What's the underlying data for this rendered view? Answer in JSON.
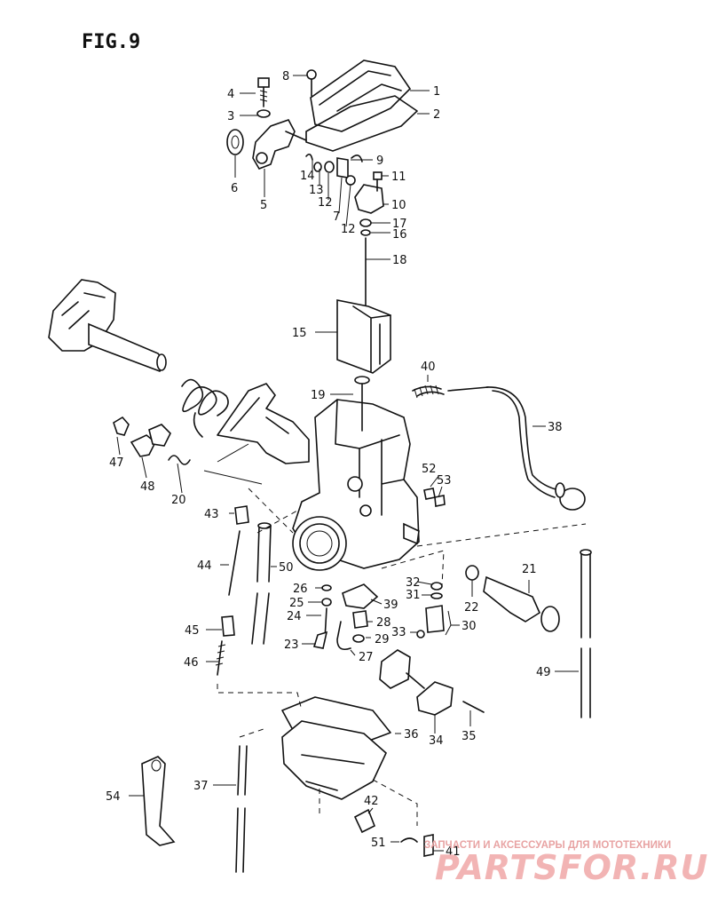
{
  "figure_title": "FIG.9",
  "part_labels": [
    "1",
    "2",
    "3",
    "4",
    "5",
    "6",
    "7",
    "8",
    "9",
    "10",
    "11",
    "12",
    "12",
    "13",
    "14",
    "15",
    "16",
    "17",
    "18",
    "19",
    "20",
    "21",
    "22",
    "23",
    "24",
    "25",
    "26",
    "27",
    "28",
    "29",
    "30",
    "31",
    "32",
    "33",
    "34",
    "35",
    "36",
    "37",
    "38",
    "39",
    "40",
    "41",
    "42",
    "43",
    "44",
    "45",
    "46",
    "47",
    "48",
    "49",
    "50",
    "51",
    "52",
    "53",
    "54"
  ],
  "watermark": {
    "tagline": "ЗАПЧАСТИ И АКСЕССУАРЫ ДЛЯ МОТОТЕХНИКИ",
    "logo": "PARTSFOR.RU"
  }
}
